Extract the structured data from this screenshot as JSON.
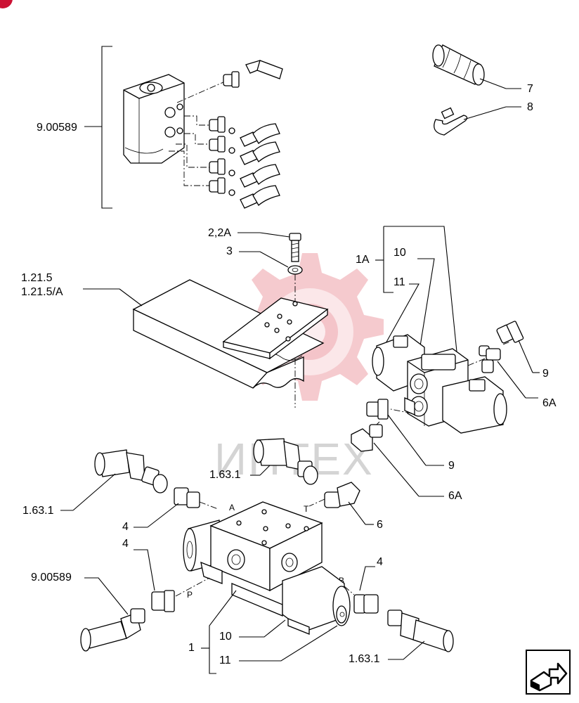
{
  "watermark": {
    "text": "ИНТЕХ",
    "color": "#f2b8bd"
  },
  "corner_badge_color": "#cc1133",
  "labels": {
    "steering_unit_ref": "9.00589",
    "item_7": "7",
    "item_8": "8",
    "bolt": "2,2A",
    "washer": "3",
    "support_ref_a": "1.21.5",
    "support_ref_b": "1.21.5/A",
    "group_1a": "1A",
    "item_10_top": "10",
    "item_11_top": "11",
    "item_9_right": "9",
    "item_6a_right": "6A",
    "item_9_lower": "9",
    "item_6a_lower": "6A",
    "pipe_left_ref": "1.63.1",
    "pipe_mid_ref": "1.63.1",
    "item_4_upper": "4",
    "item_4_lower": "4",
    "item_4_right": "4",
    "item_6": "6",
    "steering_unit_ref_lower": "9.00589",
    "item_1": "1",
    "item_10_bottom": "10",
    "item_11_bottom": "11",
    "pipe_right_ref": "1.63.1",
    "port_a": "A",
    "port_t": "T",
    "port_p": "P",
    "port_b": "B"
  },
  "nav_icon": "next-page-arrow-icon"
}
